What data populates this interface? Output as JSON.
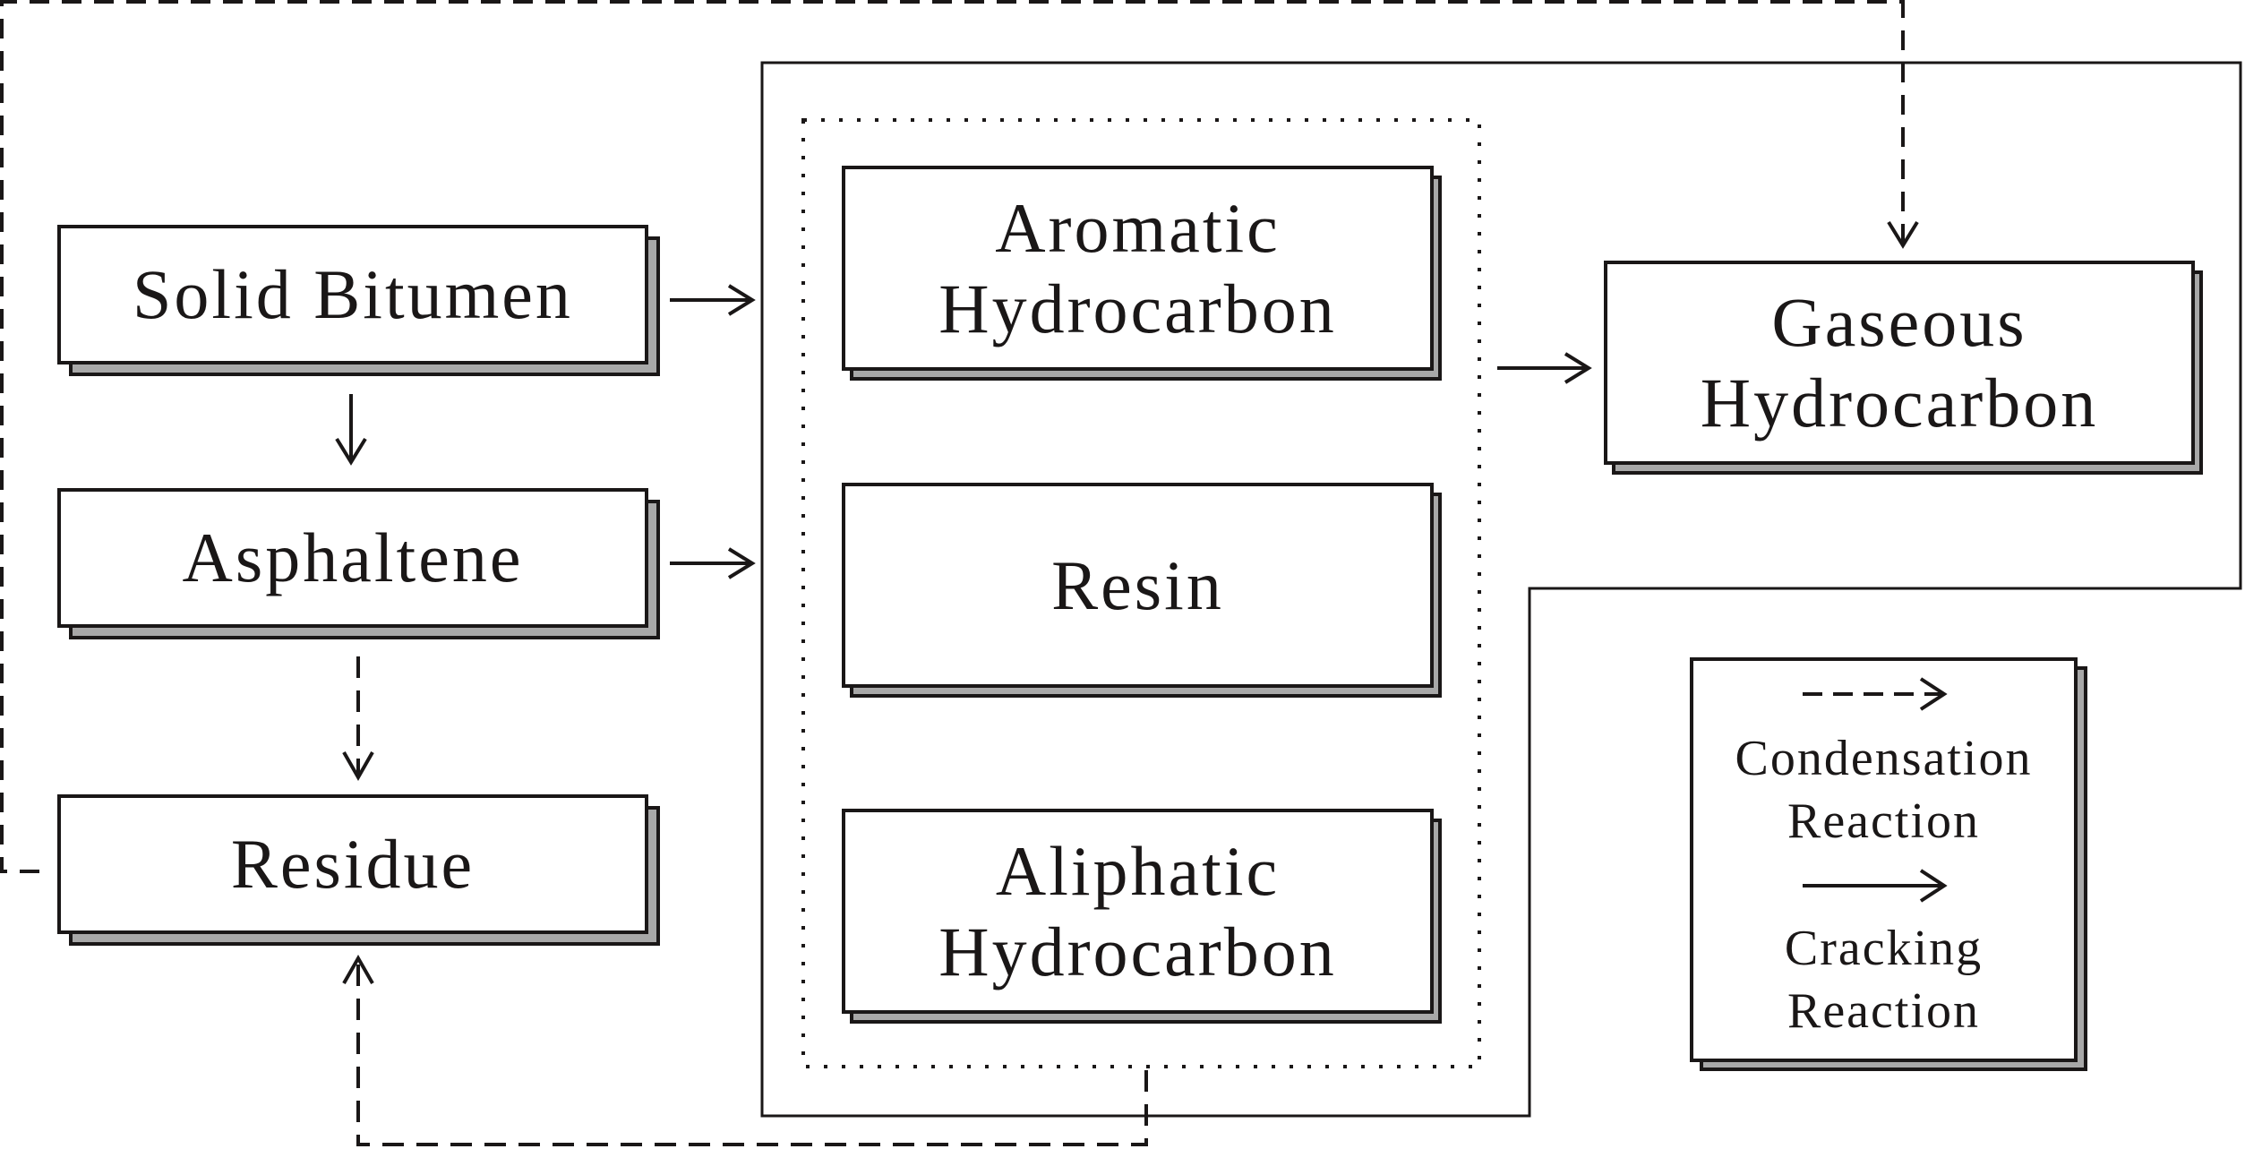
{
  "diagram": {
    "nodes": {
      "solid_bitumen": "Solid  Bitumen",
      "asphaltene": "Asphaltene",
      "residue": "Residue",
      "aromatic": "Aromatic\nHydrocarbon",
      "resin": "Resin",
      "aliphatic": "Aliphatic\nHydrocarbon",
      "gaseous": "Gaseous\nHydrocarbon"
    },
    "legend": {
      "condensation": "Condensation\nReaction",
      "cracking": "Cracking\nReaction"
    },
    "edges": [
      {
        "from": "Solid Bitumen",
        "to": "Oil components group",
        "type": "cracking"
      },
      {
        "from": "Solid Bitumen",
        "to": "Asphaltene",
        "type": "cracking"
      },
      {
        "from": "Asphaltene",
        "to": "Oil components group",
        "type": "cracking"
      },
      {
        "from": "Asphaltene",
        "to": "Residue",
        "type": "condensation"
      },
      {
        "from": "Oil components group",
        "to": "Gaseous Hydrocarbon",
        "type": "cracking"
      },
      {
        "from": "Oil components group",
        "to": "Residue",
        "type": "condensation"
      },
      {
        "from": "Residue",
        "to": "Gaseous Hydrocarbon",
        "type": "condensation"
      }
    ],
    "colors": {
      "line": "#1a1717",
      "shadow": "#a8a8a8",
      "background": "#ffffff"
    }
  }
}
